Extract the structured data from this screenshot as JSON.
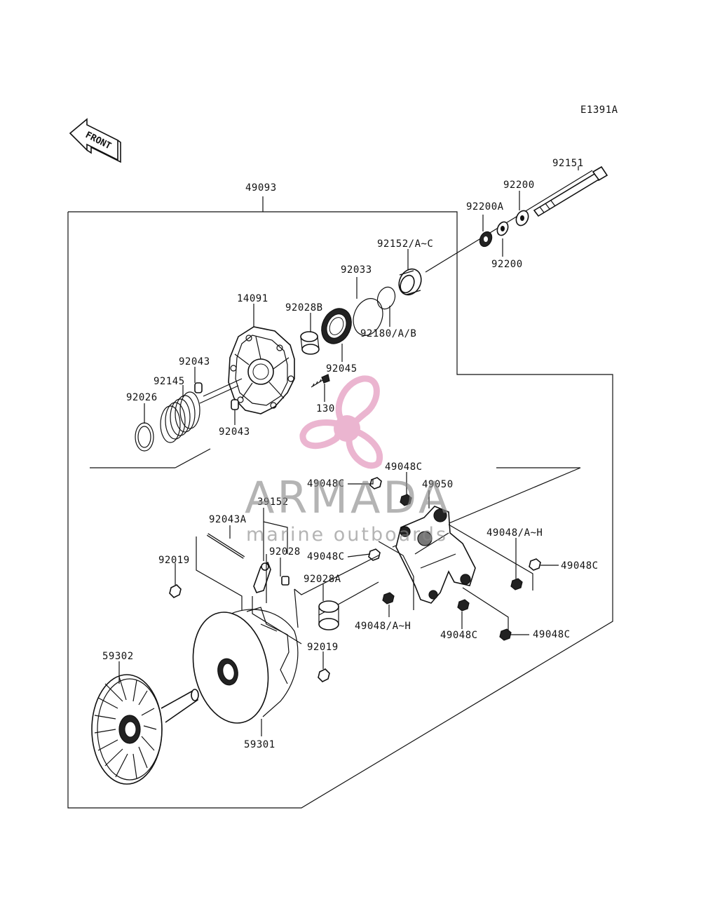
{
  "diagram_code": "E1391A",
  "front_arrow_label": "FRONT",
  "callouts": {
    "c49093": "49093",
    "c92151": "92151",
    "c92200_top": "92200",
    "c92200A": "92200A",
    "c92200_bottom": "92200",
    "c92152": "92152/A~C",
    "c92033": "92033",
    "c14091": "14091",
    "c92028B": "92028B",
    "c92180": "92180/A/B",
    "c92043_top": "92043",
    "c92045": "92045",
    "c92145": "92145",
    "c92026": "92026",
    "c130": "130",
    "c92043_bottom": "92043",
    "c49048C_1": "49048C",
    "c49048C_2": "49048C",
    "c49050": "49050",
    "c39152": "39152",
    "c92043A": "92043A",
    "c49048AH_right": "49048/A~H",
    "c92028": "92028",
    "c49048C_3": "49048C",
    "c49048C_4": "49048C",
    "c92019_left": "92019",
    "c92028A": "92028A",
    "c49048AH_bottom": "49048/A~H",
    "c49048C_5": "49048C",
    "c49048C_6": "49048C",
    "c92019_right": "92019",
    "c59302": "59302",
    "c59301": "59301"
  },
  "watermark": {
    "brand": "ARMADA",
    "tagline": "marine outboards",
    "color": "#e8a9c8"
  }
}
